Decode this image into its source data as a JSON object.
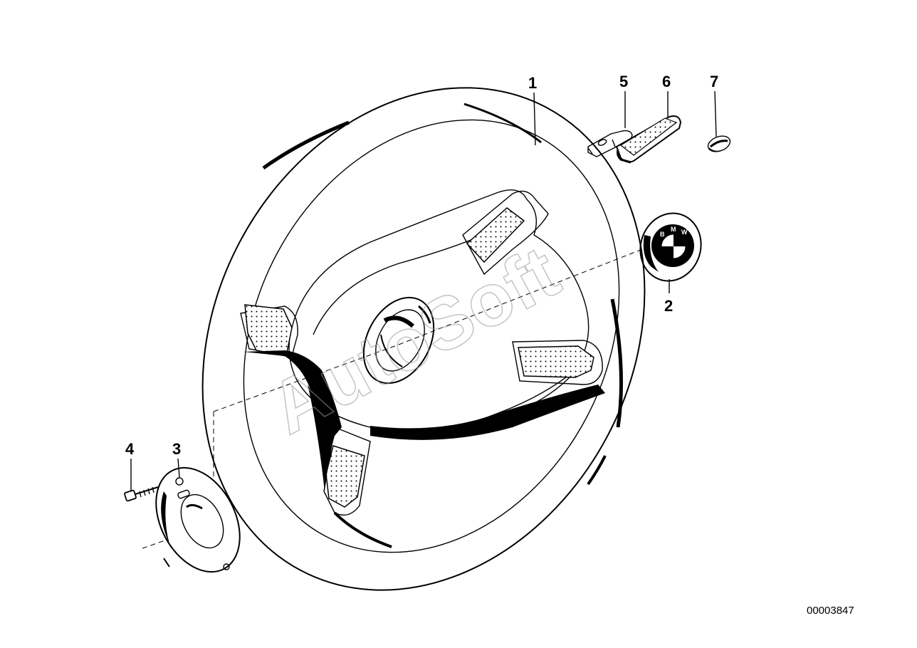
{
  "watermark": "AutoSoft",
  "figure_number": "00003847",
  "badge_letters": [
    "B",
    "M",
    "W"
  ],
  "callouts": [
    {
      "id": "callout-1",
      "label": "1"
    },
    {
      "id": "callout-2",
      "label": "2"
    },
    {
      "id": "callout-3",
      "label": "3"
    },
    {
      "id": "callout-4",
      "label": "4"
    },
    {
      "id": "callout-5",
      "label": "5"
    },
    {
      "id": "callout-6",
      "label": "6"
    },
    {
      "id": "callout-7",
      "label": "7"
    }
  ]
}
